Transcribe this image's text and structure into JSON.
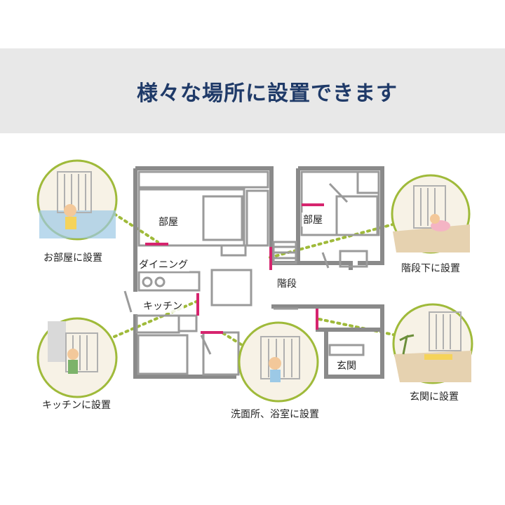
{
  "header": {
    "title": "様々な場所に設置できます",
    "background": "#e8e8e8",
    "title_color": "#1f3a68"
  },
  "floorplan": {
    "rooms": {
      "heya_left": "部屋",
      "dining": "ダイニング",
      "kitchen": "キッチン",
      "kaidan": "階段",
      "heya_right": "部屋",
      "genkan": "玄関"
    },
    "gate_color": "#d6246e",
    "wall_color": "#8a8a8a"
  },
  "callouts": {
    "heya": "お部屋に設置",
    "kaidan_shita": "階段下に設置",
    "kitchen": "キッチンに設置",
    "senmen": "洗面所、浴室に設置",
    "genkan": "玄関に設置",
    "line_color": "#9fba3a"
  }
}
